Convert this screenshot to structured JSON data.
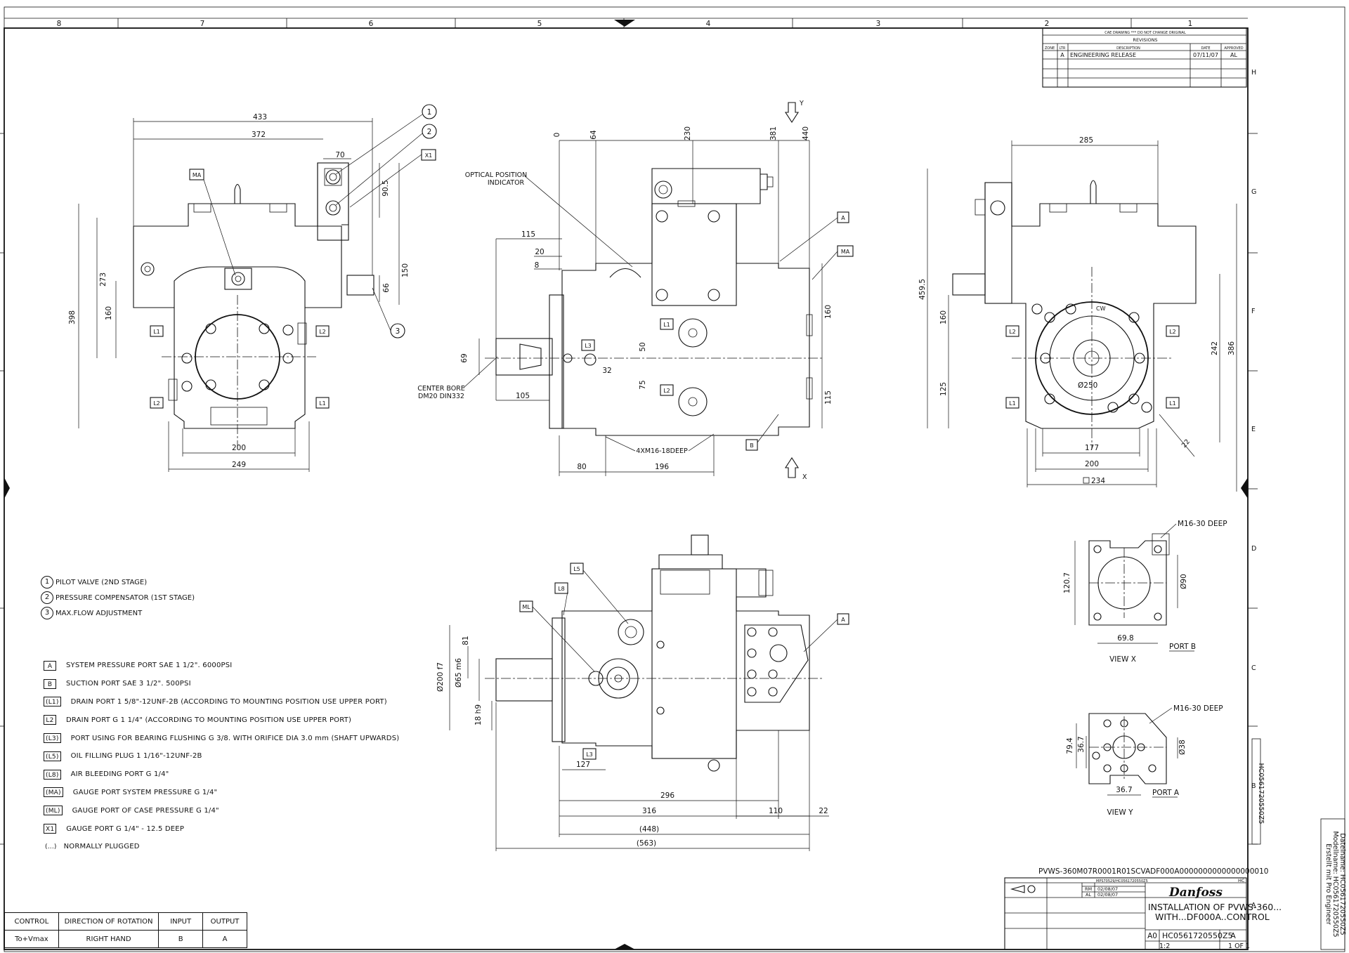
{
  "grid": {
    "columns": [
      "8",
      "7",
      "6",
      "5",
      "4",
      "3",
      "2",
      "1"
    ],
    "rows": [
      "H",
      "G",
      "F",
      "E",
      "D",
      "C",
      "B",
      "A"
    ]
  },
  "revisions": {
    "banner": "CAE DRAWING *** DO NOT CHANGE ORIGINAL",
    "title": "REVISIONS",
    "headers": [
      "ZONE",
      "LTR",
      "DESCRIPTION",
      "DATE",
      "APPROVED"
    ],
    "rows": [
      {
        "zone": "",
        "ltr": "A",
        "description": "ENGINEERING RELEASE",
        "date": "07/11/07",
        "approved": "AL"
      }
    ]
  },
  "view_front": {
    "dims": [
      "433",
      "372",
      "70",
      "90.5",
      "150",
      "66",
      "273",
      "160",
      "398",
      "200",
      "249"
    ],
    "tags": [
      "MA",
      "X1",
      "L1",
      "L2",
      "L2",
      "L1"
    ],
    "balloons": [
      "1",
      "2",
      "3"
    ]
  },
  "view_side": {
    "dims_top": [
      "0",
      "64",
      "230",
      "381",
      "440"
    ],
    "dims": [
      "115",
      "20",
      "8",
      "69",
      "105",
      "32",
      "50",
      "75",
      "160",
      "115",
      "80",
      "196"
    ],
    "notes": [
      "OPTICAL POSITION",
      "INDICATOR",
      "CENTER BORE",
      "DM20 DIN332",
      "4XM16-18DEEP"
    ],
    "tags": [
      "A",
      "MA",
      "B",
      "L1",
      "L2",
      "L3"
    ],
    "axis_y": "Y",
    "axis_x": "X"
  },
  "view_rear": {
    "dims": [
      "285",
      "459.5",
      "160",
      "125",
      "242",
      "386",
      "177",
      "200",
      "234",
      "Ø250",
      "22"
    ],
    "tags": [
      "L2",
      "L2",
      "L1",
      "L1"
    ],
    "cw": "CW"
  },
  "view_bottom": {
    "dims": [
      "81",
      "Ø200 f7",
      "Ø65 m6",
      "18 h9",
      "127",
      "296",
      "316",
      "110",
      "22",
      "(448)",
      "(563)"
    ],
    "tags": [
      "L5",
      "L8",
      "ML",
      "A",
      "L3"
    ]
  },
  "view_x": {
    "note": "M16-30 DEEP",
    "dims": [
      "120.7",
      "Ø90",
      "69.8"
    ],
    "port": "PORT B",
    "caption": "VIEW X"
  },
  "view_y": {
    "note": "M16-30 DEEP",
    "dims": [
      "79.4",
      "36.7",
      "Ø38",
      "36.7"
    ],
    "port": "PORT A",
    "caption": "VIEW Y"
  },
  "notes": [
    {
      "n": "1",
      "text": "PILOT VALVE (2ND STAGE)"
    },
    {
      "n": "2",
      "text": "PRESSURE COMPENSATOR (1ST STAGE)"
    },
    {
      "n": "3",
      "text": "MAX.FLOW ADJUSTMENT"
    }
  ],
  "legend": [
    {
      "key": "A",
      "text": "SYSTEM PRESSURE PORT SAE 1 1/2\". 6000PSI"
    },
    {
      "key": "B",
      "text": "SUCTION PORT SAE 3 1/2\". 500PSI"
    },
    {
      "key": "(L1)",
      "text": "DRAIN PORT 1 5/8\"-12UNF-2B (ACCORDING TO MOUNTING POSITION USE UPPER PORT)"
    },
    {
      "key": "L2",
      "text": "DRAIN PORT G 1 1/4\" (ACCORDING TO MOUNTING POSITION USE UPPER PORT)"
    },
    {
      "key": "(L3)",
      "text": "PORT USING FOR BEARING FLUSHING G 3/8. WITH ORIFICE DIA 3.0 mm (SHAFT UPWARDS)"
    },
    {
      "key": "(L5)",
      "text": "OIL FILLING PLUG 1 1/16\"-12UNF-2B"
    },
    {
      "key": "(L8)",
      "text": "AIR BLEEDING PORT G 1/4\""
    },
    {
      "key": "(MA)",
      "text": "GAUGE PORT SYSTEM PRESSURE G 1/4\""
    },
    {
      "key": "(ML)",
      "text": "GAUGE PORT OF CASE PRESSURE G 1/4\""
    },
    {
      "key": "X1",
      "text": "GAUGE PORT G 1/4\" - 12.5 DEEP"
    },
    {
      "key": "(...)",
      "text": "NORMALLY PLUGGED"
    }
  ],
  "control_table": {
    "headers": [
      "CONTROL",
      "DIRECTION OF ROTATION",
      "INPUT",
      "OUTPUT"
    ],
    "rows": [
      [
        "To+Vmax",
        "RIGHT HAND",
        "B",
        "A"
      ]
    ]
  },
  "part_number": "PVWS-360M07R0001R01SCVADF000A0000000000000000010",
  "title_block": {
    "brand": "Danfoss",
    "ref": "MPS70529/HC0561720550Z5",
    "drawn_initials": "RM",
    "drawn_date": "02/08/07",
    "checked_initials": "AL",
    "checked_date": "02/08/07",
    "title1": "INSTALLATION OF PVWS-360...",
    "title2": "WITH...DF000A..CONTROL",
    "size": "A0",
    "dwg_no": "HC0561720550Z5",
    "rev": "A",
    "scale": "1:2",
    "sheet": "1 OF 1",
    "corner": "HC"
  },
  "side_stamp": {
    "dwg": "HC0561720550Z5",
    "line1": "Erstellt mit Pro Engineer",
    "line2": "Modellname: HC0561720550Z5",
    "line3": "Dateiname: HC0561720550Z5"
  }
}
